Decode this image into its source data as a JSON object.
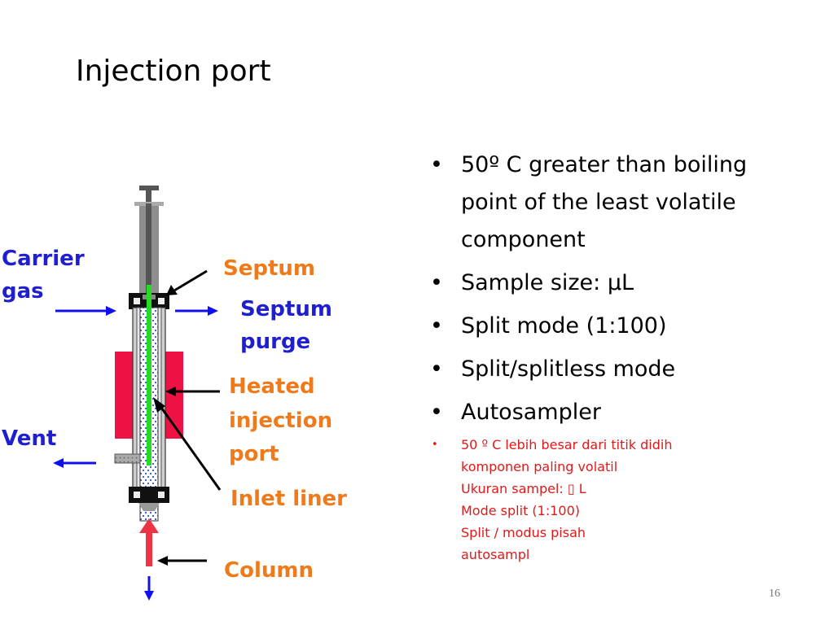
{
  "slide": {
    "title": "Injection port",
    "page_number": "16"
  },
  "diagram": {
    "labels": {
      "carrier_gas_1": "Carrier",
      "carrier_gas_2": "gas",
      "vent": "Vent",
      "septum": "Septum",
      "septum_purge_1": "Septum",
      "septum_purge_2": "purge",
      "heated_1": "Heated",
      "heated_2": "injection",
      "heated_3": "port",
      "inlet_liner": "Inlet liner",
      "column": "Column"
    },
    "colors": {
      "label_blue": "#1f1fcf",
      "label_orange": "#f07a1a",
      "heater_red": "#ee1144",
      "needle_green": "#22dd22",
      "arrow_blue": "#1010ee",
      "arrow_red": "#ee3344",
      "syringe_gray": "#888888"
    }
  },
  "bullets": [
    {
      "line1": "50º C greater than boiling",
      "line2": "point of the least volatile",
      "line3": "component"
    },
    {
      "line1": "Sample size: μL"
    },
    {
      "line1": "Split mode (1:100)"
    },
    {
      "line1": "Split/splitless mode"
    },
    {
      "line1": "Autosampler"
    }
  ],
  "translation": {
    "line1": "50 º C lebih besar dari titik didih",
    "line2": "komponen paling volatil",
    "line3": "Ukuran sampel: ▯ L",
    "line4": "Mode split (1:100)",
    "line5": "Split / modus pisah",
    "line6": "autosampl"
  }
}
